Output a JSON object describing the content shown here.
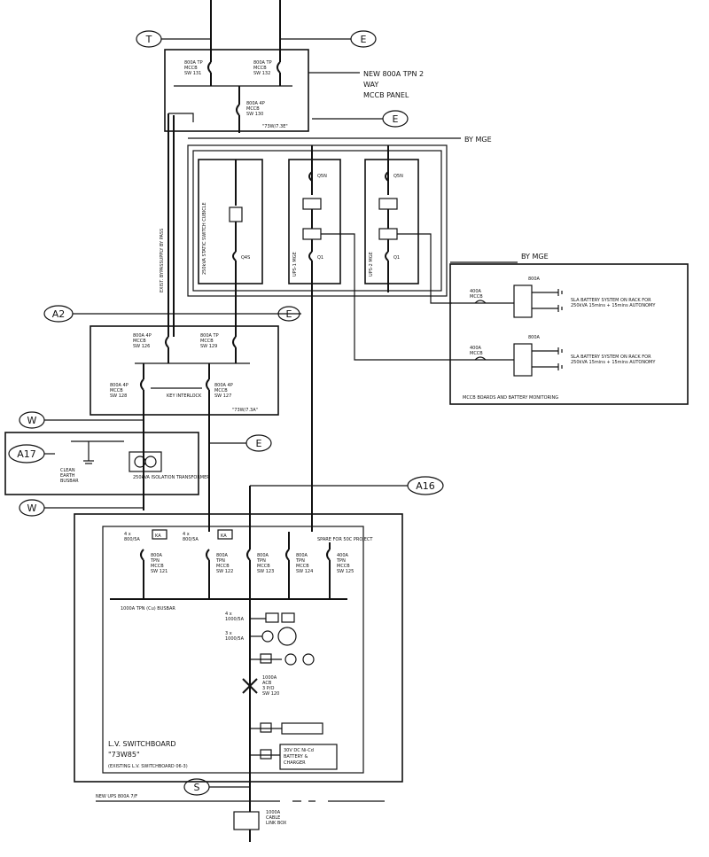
{
  "diagram": {
    "circle_tags": {
      "top_left": "T",
      "top_right": "E",
      "mid_e": "E",
      "a2": "A2",
      "a2_e": "E",
      "w_top": "W",
      "a17": "A17",
      "e_right": "E",
      "a16": "A16",
      "w_bottom": "W",
      "s": "S"
    },
    "labels": {
      "top_panel": [
        "NEW 800A TPN 2",
        "WAY",
        "MCCB PANEL"
      ],
      "by_mge_1": "BY MGE",
      "by_mge_2": "BY MGE",
      "mccb_boards": "MCCB BOARDS AND BATTERY MONITORING",
      "lv_switchboard": [
        "L.V. SWITCHBOARD",
        "\"73W85\"",
        "(EXISTING L.V. SWITCHBOARD 06-3)"
      ],
      "busbar": "1000A TPN (Cu) BUSBAR",
      "ups_busway": "NEW UPS 800A 7/F",
      "spare": "SPARE FOR 50C PROJECT",
      "top_panel_ref": "\"73W/7.3E\"",
      "mid_panel_ref": "\"73W/7.3A\"",
      "battery_1": [
        "SLA BATTERY SYSTEM ON RACK FOR",
        "250kVA 15mins + 15mins AUTONOMY"
      ],
      "battery_2": [
        "SLA BATTERY SYSTEM ON RACK FOR",
        "250kVA 15mins + 15mins AUTONOMY"
      ],
      "isolation_tx": "250kVA ISOLATION TRANSFORMER",
      "dc_supply": [
        "30V DC Ni-Cd",
        "BATTERY &",
        "CHARGER"
      ],
      "breaker_main": [
        "1000A",
        "ACB",
        "3 P/O",
        "SW 120"
      ],
      "ups_box": [
        "1000A",
        "CABLE",
        "LINK BOX"
      ]
    },
    "breakers": {
      "lv_outgoing": [
        {
          "rating": "800A",
          "type": "TPN",
          "device": "MCCB",
          "ref": "SW 121"
        },
        {
          "rating": "800A",
          "type": "TPN",
          "device": "MCCB",
          "ref": "SW 122"
        },
        {
          "rating": "800A",
          "type": "TPN",
          "device": "MCCB",
          "ref": "SW 123"
        },
        {
          "rating": "800A",
          "type": "TPN",
          "device": "MCCB",
          "ref": "SW 124"
        },
        {
          "rating": "400A",
          "type": "TPN",
          "device": "MCCB",
          "ref": "SW 125"
        }
      ]
    }
  }
}
